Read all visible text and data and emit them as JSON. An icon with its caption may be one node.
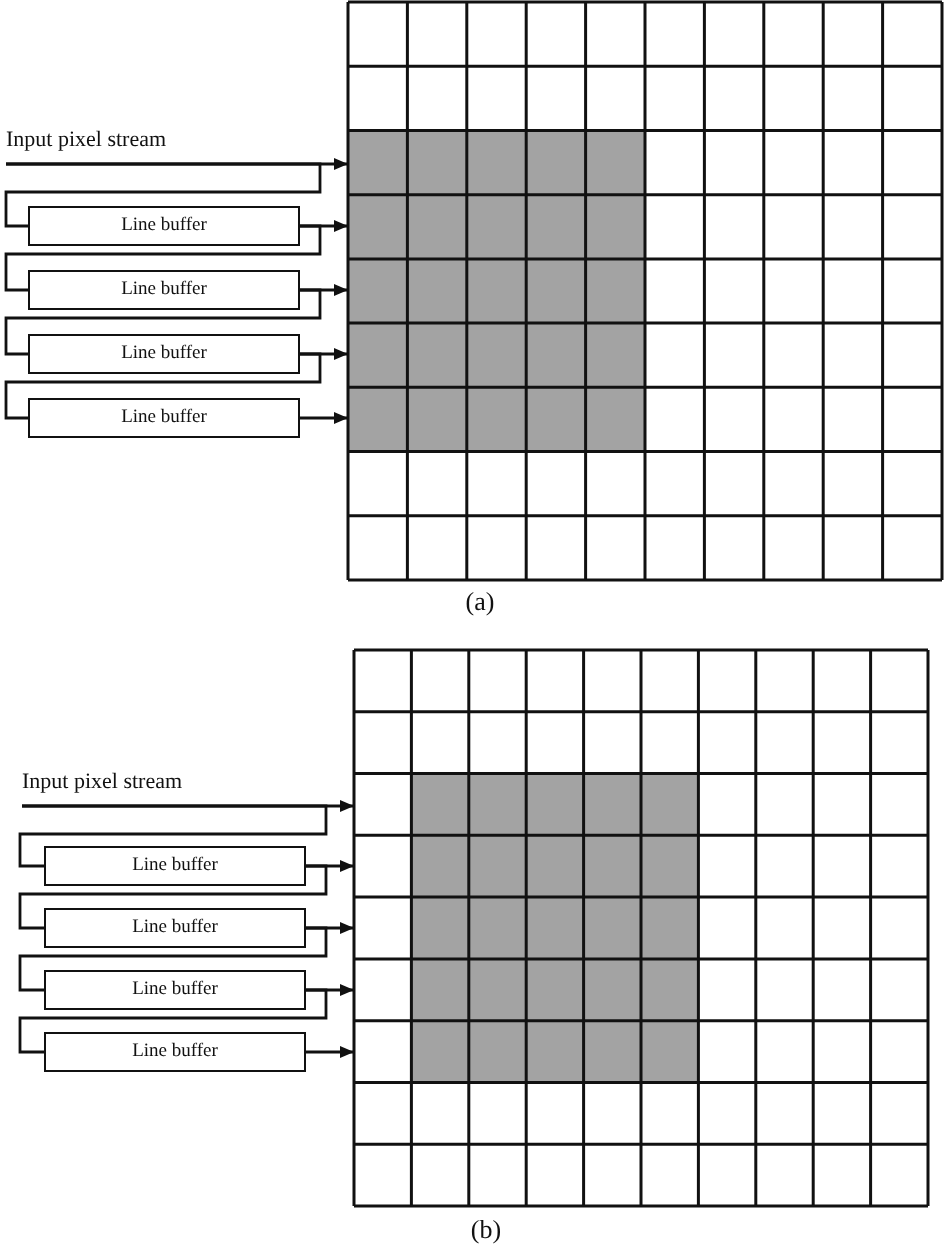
{
  "diagram": {
    "nodes": [
      {
        "text": [
          "Input pixel stream"
        ]
      },
      {
        "text": [
          "Line buffer"
        ]
      },
      {
        "text": [
          "Line buffer"
        ]
      },
      {
        "text": [
          "Line buffer"
        ]
      },
      {
        "text": [
          "Line buffer"
        ]
      },
      {
        "text": [],
        "shape": "grid"
      },
      {
        "text": [
          "Input pixel stream"
        ]
      },
      {
        "text": [
          "Line buffer"
        ]
      },
      {
        "text": [
          "Line buffer"
        ]
      },
      {
        "text": [
          "Line buffer"
        ]
      },
      {
        "text": [
          "Line buffer"
        ]
      },
      {
        "text": [],
        "shape": "grid"
      }
    ],
    "edges": [
      {
        "from": 0,
        "to": 5,
        "arrow": "to"
      },
      {
        "from": 0,
        "to": 1,
        "arrow": "none"
      },
      {
        "from": 1,
        "to": 5,
        "arrow": "to"
      },
      {
        "from": 1,
        "to": 2,
        "arrow": "none"
      },
      {
        "from": 2,
        "to": 5,
        "arrow": "to"
      },
      {
        "from": 2,
        "to": 3,
        "arrow": "none"
      },
      {
        "from": 3,
        "to": 5,
        "arrow": "to"
      },
      {
        "from": 3,
        "to": 4,
        "arrow": "none"
      },
      {
        "from": 4,
        "to": 5,
        "arrow": "to"
      },
      {
        "from": 6,
        "to": 11,
        "arrow": "to"
      },
      {
        "from": 6,
        "to": 7,
        "arrow": "none"
      },
      {
        "from": 7,
        "to": 11,
        "arrow": "to"
      },
      {
        "from": 7,
        "to": 8,
        "arrow": "none"
      },
      {
        "from": 8,
        "to": 11,
        "arrow": "to"
      },
      {
        "from": 8,
        "to": 9,
        "arrow": "none"
      },
      {
        "from": 9,
        "to": 11,
        "arrow": "to"
      },
      {
        "from": 9,
        "to": 10,
        "arrow": "none"
      },
      {
        "from": 10,
        "to": 11,
        "arrow": "to"
      }
    ],
    "labels": [
      "(a)",
      "(b)"
    ]
  }
}
